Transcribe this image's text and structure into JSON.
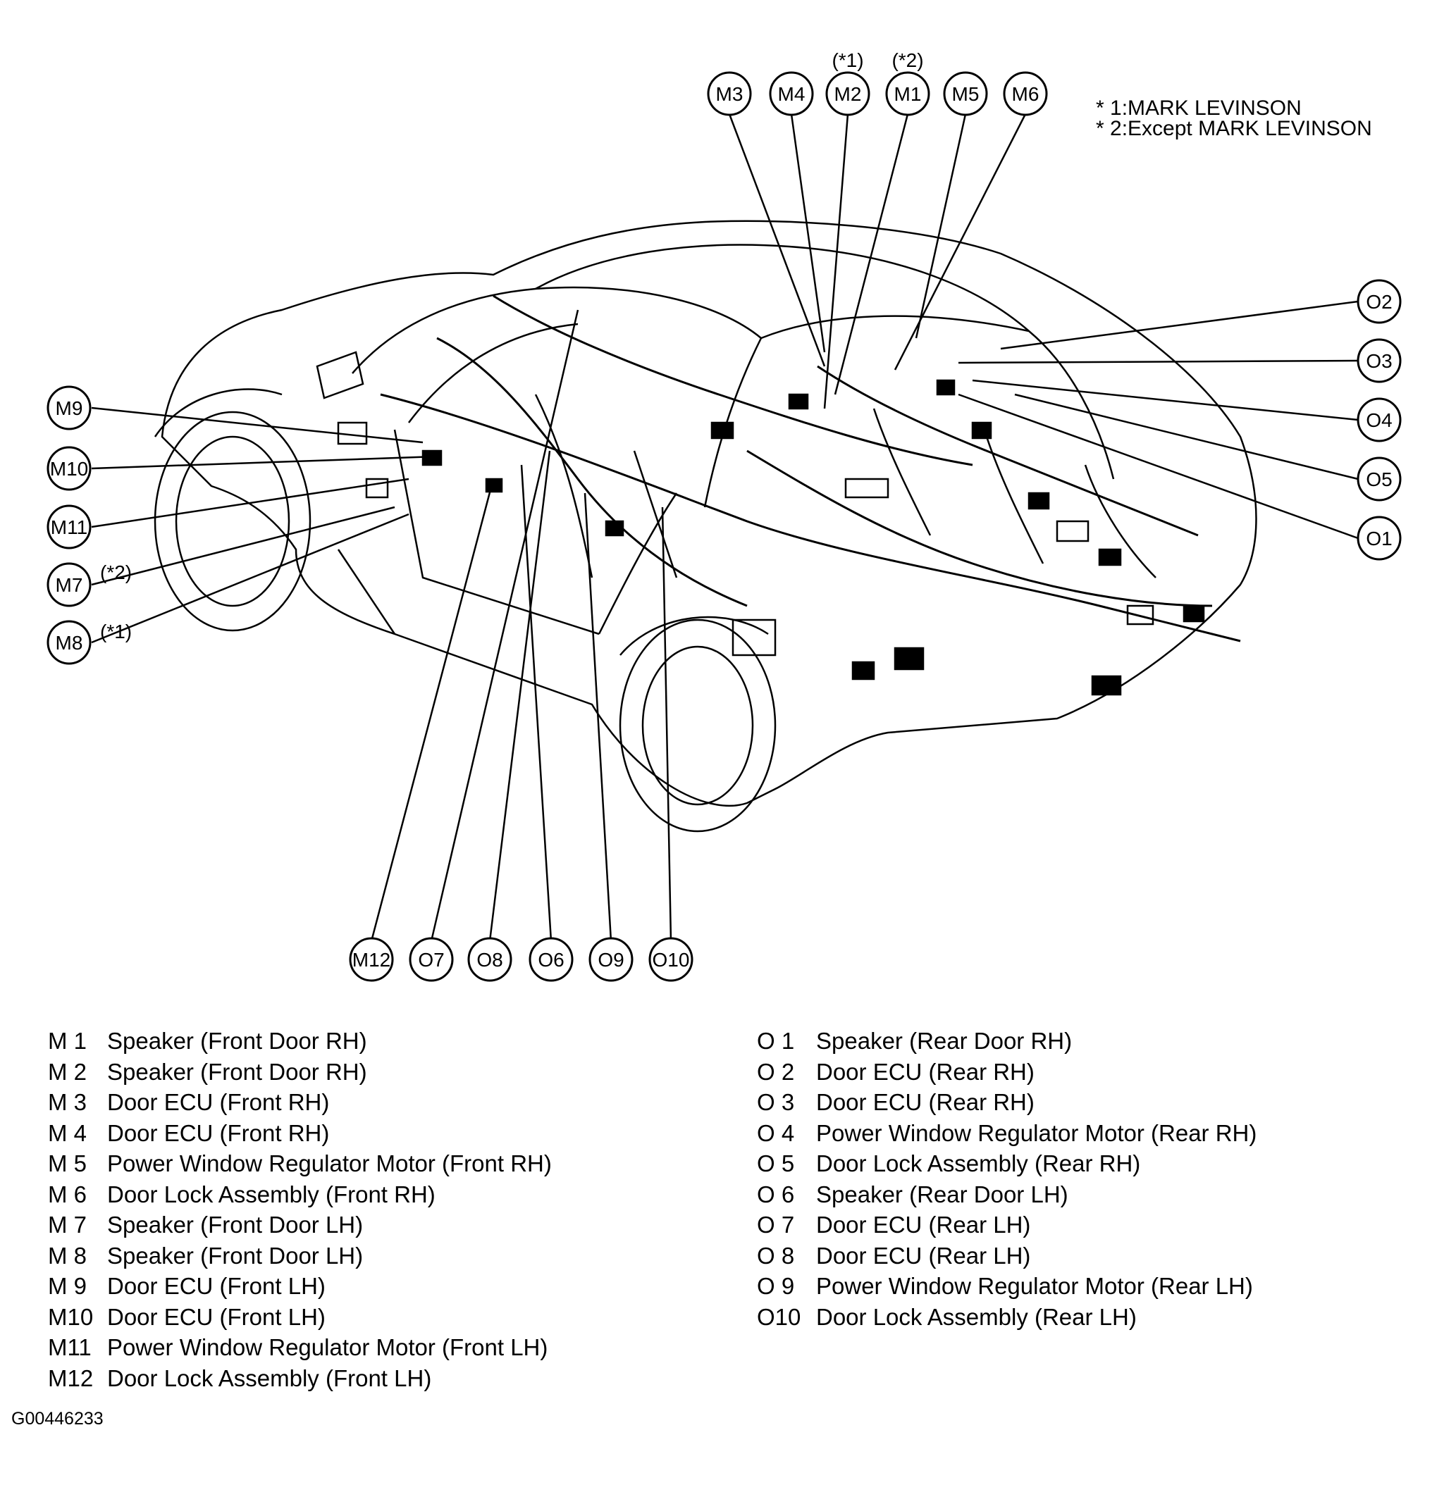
{
  "notes": [
    "* 1:MARK LEVINSON",
    "* 2:Except MARK LEVINSON"
  ],
  "callouts": [
    {
      "id": "M3",
      "label": "M3"
    },
    {
      "id": "M4",
      "label": "M4"
    },
    {
      "id": "M2",
      "label": "M2",
      "qualifier": "(*1)"
    },
    {
      "id": "M1",
      "label": "M1",
      "qualifier": "(*2)"
    },
    {
      "id": "M5",
      "label": "M5"
    },
    {
      "id": "M6",
      "label": "M6"
    },
    {
      "id": "O2",
      "label": "O2"
    },
    {
      "id": "O3",
      "label": "O3"
    },
    {
      "id": "O4",
      "label": "O4"
    },
    {
      "id": "O5",
      "label": "O5"
    },
    {
      "id": "O1",
      "label": "O1"
    },
    {
      "id": "M9",
      "label": "M9"
    },
    {
      "id": "M10",
      "label": "M10"
    },
    {
      "id": "M11",
      "label": "M11"
    },
    {
      "id": "M7",
      "label": "M7",
      "qualifier": "(*2)"
    },
    {
      "id": "M8",
      "label": "M8",
      "qualifier": "(*1)"
    },
    {
      "id": "M12",
      "label": "M12"
    },
    {
      "id": "O7",
      "label": "O7"
    },
    {
      "id": "O8",
      "label": "O8"
    },
    {
      "id": "O6",
      "label": "O6"
    },
    {
      "id": "O9",
      "label": "O9"
    },
    {
      "id": "O10",
      "label": "O10"
    }
  ],
  "legend_left": [
    {
      "code": "M  1",
      "description": "Speaker (Front Door RH)"
    },
    {
      "code": "M  2",
      "description": "Speaker (Front Door RH)"
    },
    {
      "code": "M  3",
      "description": "Door ECU (Front RH)"
    },
    {
      "code": "M  4",
      "description": "Door ECU (Front RH)"
    },
    {
      "code": "M  5",
      "description": "Power Window Regulator Motor (Front RH)"
    },
    {
      "code": "M  6",
      "description": "Door Lock Assembly (Front RH)"
    },
    {
      "code": "M  7",
      "description": "Speaker (Front Door LH)"
    },
    {
      "code": "M  8",
      "description": "Speaker (Front Door LH)"
    },
    {
      "code": "M  9",
      "description": "Door ECU (Front LH)"
    },
    {
      "code": "M10",
      "description": "Door ECU (Front LH)"
    },
    {
      "code": "M11",
      "description": "Power Window Regulator Motor (Front LH)"
    },
    {
      "code": "M12",
      "description": "Door Lock Assembly (Front LH)"
    }
  ],
  "legend_right": [
    {
      "code": "O  1",
      "description": "Speaker (Rear Door RH)"
    },
    {
      "code": "O  2",
      "description": "Door ECU (Rear RH)"
    },
    {
      "code": "O  3",
      "description": "Door ECU (Rear RH)"
    },
    {
      "code": "O  4",
      "description": "Power Window Regulator Motor (Rear RH)"
    },
    {
      "code": "O  5",
      "description": "Door Lock Assembly (Rear RH)"
    },
    {
      "code": "O  6",
      "description": "Speaker (Rear Door LH)"
    },
    {
      "code": "O  7",
      "description": "Door ECU (Rear LH)"
    },
    {
      "code": "O  8",
      "description": "Door ECU (Rear LH)"
    },
    {
      "code": "O  9",
      "description": "Power Window Regulator Motor (Rear LH)"
    },
    {
      "code": "O10",
      "description": "Door Lock Assembly (Rear LH)"
    }
  ],
  "figure_id": "G00446233"
}
